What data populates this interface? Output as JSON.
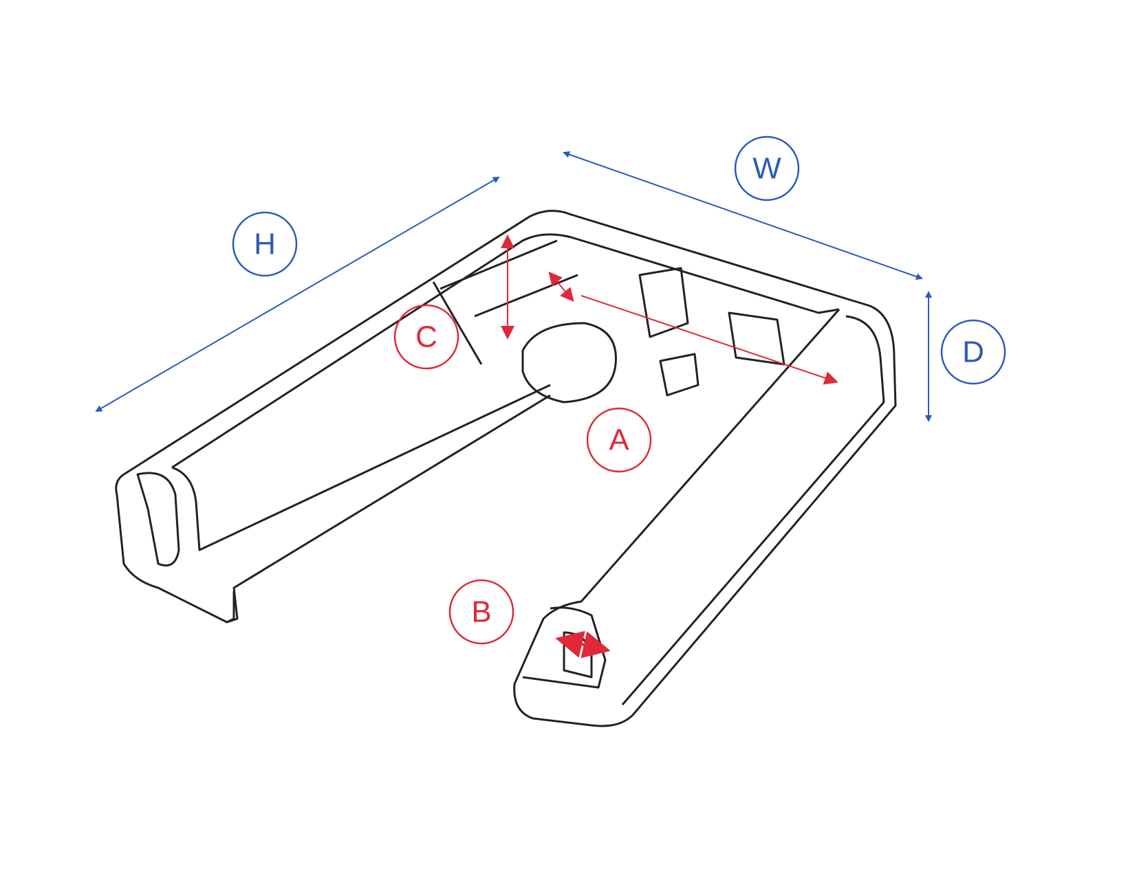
{
  "colors": {
    "blue": "#2a5bb8",
    "red": "#e0283a",
    "line": "#222222"
  },
  "dimensions": {
    "H": "H",
    "W": "W",
    "D": "D",
    "A": "A",
    "B": "B",
    "C": "C"
  }
}
